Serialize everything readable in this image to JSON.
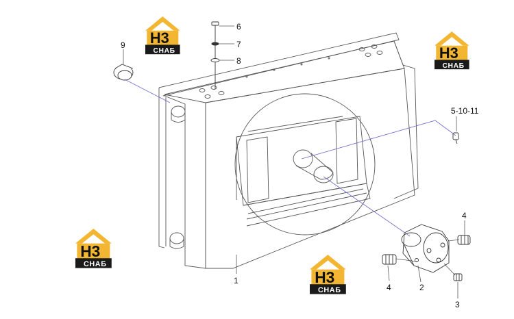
{
  "logo": {
    "letters": "H3",
    "subtitle": "СНАБ",
    "colors": {
      "roof": "#f2b632",
      "bar": "#1a1a1a",
      "letters": "#111111"
    }
  },
  "callouts": {
    "p1": "1",
    "p2": "2",
    "p3": "3",
    "p4a": "4",
    "p4b": "4",
    "p5": "5-10-11",
    "p6": "6",
    "p7": "7",
    "p8": "8",
    "p9": "9"
  },
  "colors": {
    "line": "#555555",
    "leader": "#6b6bc8",
    "stroke": "#333333"
  }
}
